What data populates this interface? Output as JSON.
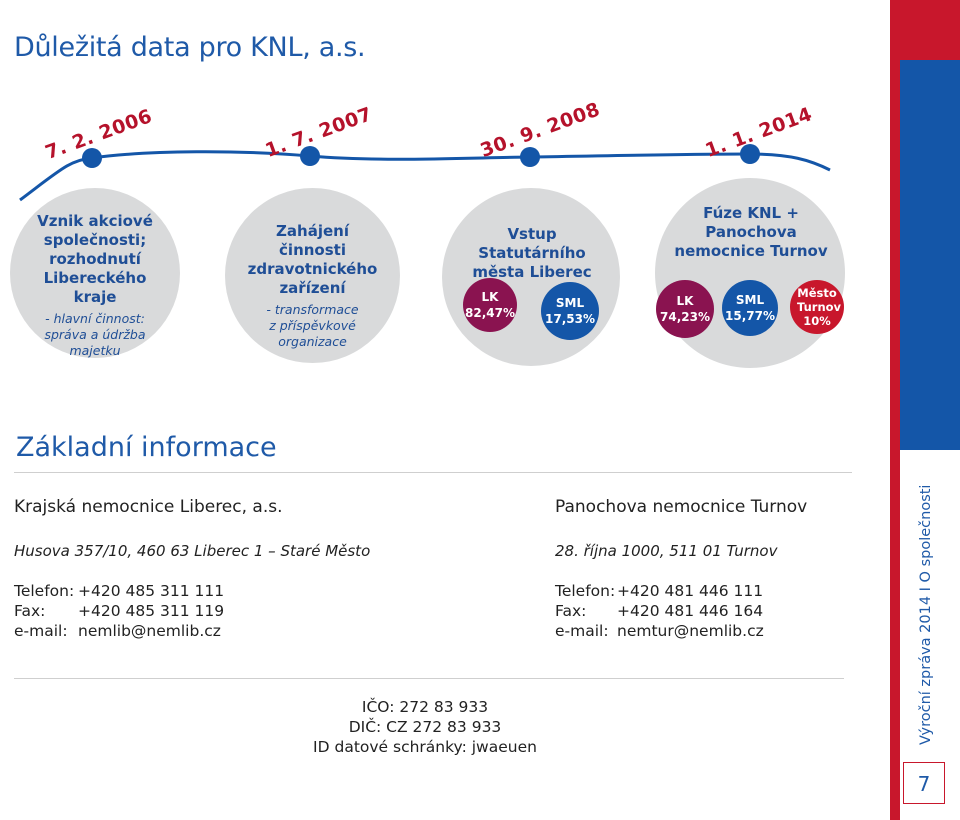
{
  "title": "Důležitá data pro KNL, a.s.",
  "timeline": [
    {
      "date": "7. 2. 2006",
      "headline": "Vznik akciové společnosti; rozhodnutí Libereckého kraje",
      "note": "- hlavní činnost: správa a údržba majetku"
    },
    {
      "date": "1. 7. 2007",
      "headline": "Zahájení činnosti zdravotnického zařízení",
      "note": "- transformace z příspěvkové organizace"
    },
    {
      "date": "30. 9. 2008",
      "headline": "Vstup Statutárního města Liberec",
      "shares": [
        {
          "name": "LK",
          "value": "82,47%"
        },
        {
          "name": "SML",
          "value": "17,53%"
        }
      ]
    },
    {
      "date": "1. 1. 2014",
      "headline": "Fúze KNL + Panochova nemocnice Turnov",
      "shares": [
        {
          "name": "LK",
          "value": "74,23%"
        },
        {
          "name": "SML",
          "value": "15,77%"
        },
        {
          "name": "Město Turnov",
          "value": "10%"
        }
      ]
    }
  ],
  "colors": {
    "blue": "#1456a8",
    "red": "#c8172c",
    "purple": "#8a1350",
    "gray": "#d9dadb"
  },
  "section_heading": "Základní informace",
  "left_org": {
    "name": "Krajská nemocnice Liberec, a.s.",
    "address": "Husova 357/10, 460 63  Liberec 1 – Staré Město",
    "phone_label": "Telefon:",
    "phone": "+420 485 311 111",
    "fax_label": "Fax:",
    "fax": "+420 485 311 119",
    "email_label": "e-mail:",
    "email": "nemlib@nemlib.cz"
  },
  "right_org": {
    "name": "Panochova nemocnice Turnov",
    "address": "28. října 1000, 511 01 Turnov",
    "phone_label": "Telefon:",
    "phone": "+420 481 446 111",
    "fax_label": "Fax:",
    "fax": "+420 481 446 164",
    "email_label": "e-mail:",
    "email": "nemtur@nemlib.cz"
  },
  "ids": {
    "ico": "IČO: 272 83 933",
    "dic": "DIČ: CZ 272 83 933",
    "datova": "ID datové schránky: jwaeuen"
  },
  "sidebar": {
    "text": "Výroční zpráva 2014 I O společnosti",
    "page": "7"
  }
}
